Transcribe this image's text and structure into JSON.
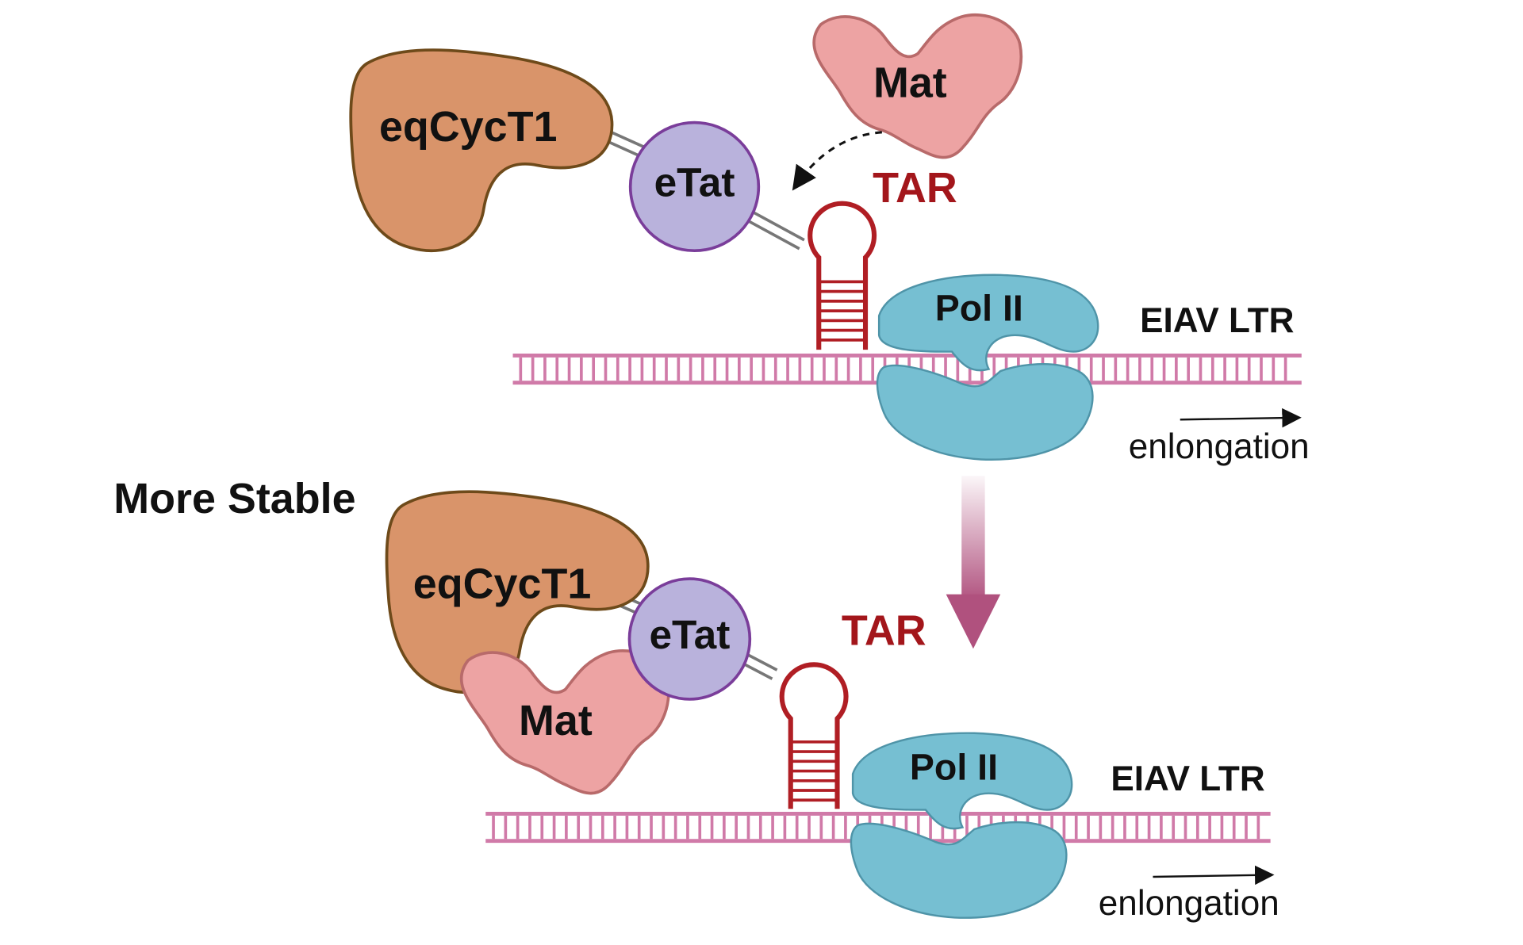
{
  "colors": {
    "cyc": "#d9946a",
    "cyc_stroke": "#6e4a1a",
    "etat": "#b9b2dc",
    "etat_stroke": "#7a3d9a",
    "mat": "#eda3a3",
    "mat_stroke": "#b86a6a",
    "tar": "#b01e24",
    "polii": "#76bfd2",
    "polii_stroke": "#4f94a8",
    "dna": "#d07aa8",
    "arrow": "#b0517e"
  },
  "top": {
    "cyc_label": "eqCycT1",
    "etat_label": "eTat",
    "mat_label": "Mat",
    "tar_label": "TAR",
    "polii_label": "Pol II",
    "ltr_label": "EIAV LTR",
    "elongation_label": "enlongation"
  },
  "middle": {
    "stability_label": "More Stable"
  },
  "bottom": {
    "cyc_label": "eqCycT1",
    "etat_label": "eTat",
    "mat_label": "Mat",
    "tar_label": "TAR",
    "polii_label": "Pol II",
    "ltr_label": "EIAV LTR",
    "elongation_label": "enlongation"
  }
}
